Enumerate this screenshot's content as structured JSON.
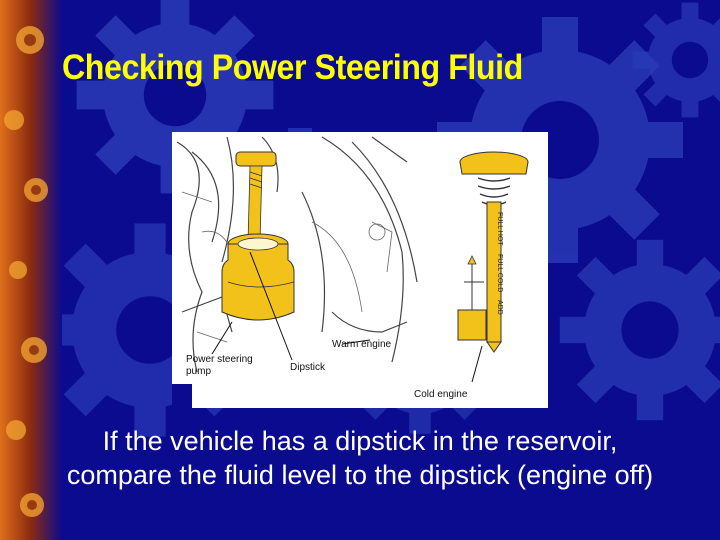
{
  "slide": {
    "title": "Checking Power Steering Fluid",
    "caption": "If the vehicle has a dipstick in the reservoir, compare the fluid level to the dipstick (engine off)"
  },
  "figure": {
    "labels": {
      "power_steering_pump_line1": "Power steering",
      "power_steering_pump_line2": "pump",
      "dipstick": "Dipstick",
      "warm_engine": "Warm engine",
      "cold_engine": "Cold engine"
    },
    "dipstick_marks": {
      "full_hot": "FULL HOT",
      "full_cold": "FULL COLD",
      "add": "ADD"
    },
    "colors": {
      "highlight": "#f2c21b",
      "background": "#0b0b8f",
      "title": "#ffff00"
    }
  }
}
